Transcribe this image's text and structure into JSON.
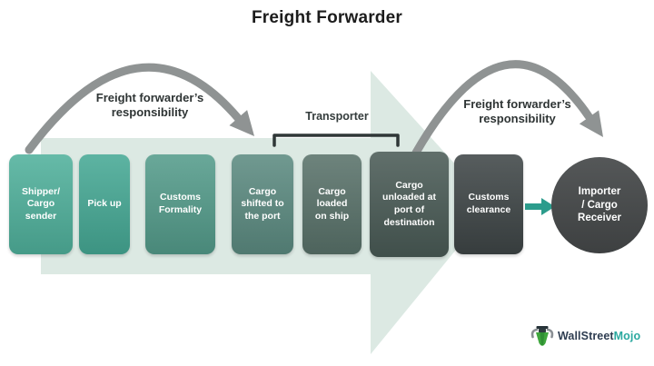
{
  "title": "Freight Forwarder",
  "annotations": {
    "left_responsibility": "Freight forwarder’s\nresponsibility",
    "right_responsibility": "Freight forwarder’s\nresponsibility",
    "transporter": "Transporter"
  },
  "steps": [
    {
      "label": "Shipper/\nCargo\nsender",
      "color": "#4fb09b"
    },
    {
      "label": "Pick up",
      "color": "#45a894"
    },
    {
      "label": "Customs\nFormality",
      "color": "#539b8a"
    },
    {
      "label": "Cargo\nshifted to\nthe port",
      "color": "#5b8a80"
    },
    {
      "label": "Cargo\nloaded\non ship",
      "color": "#587169"
    },
    {
      "label": "Cargo\nunloaded at\nport of\ndestination",
      "color": "#495a55"
    },
    {
      "label": "Customs\nclearance",
      "color": "#3e4546"
    }
  ],
  "receiver": {
    "label": "Importer\n/ Cargo\nReceiver",
    "color": "#46494a"
  },
  "colors": {
    "flow_arrow_bg": "#dce9e3",
    "arc_gray": "#8f9393",
    "bracket": "#2f3737",
    "connector_teal": "#2c9c8c",
    "step_text": "#ffffff",
    "logo_wallstreet": "#2e3d51",
    "logo_mojo": "#2ba9a0"
  },
  "logo": {
    "wallstreet": "WallStreet",
    "mojo": "Mojo"
  }
}
